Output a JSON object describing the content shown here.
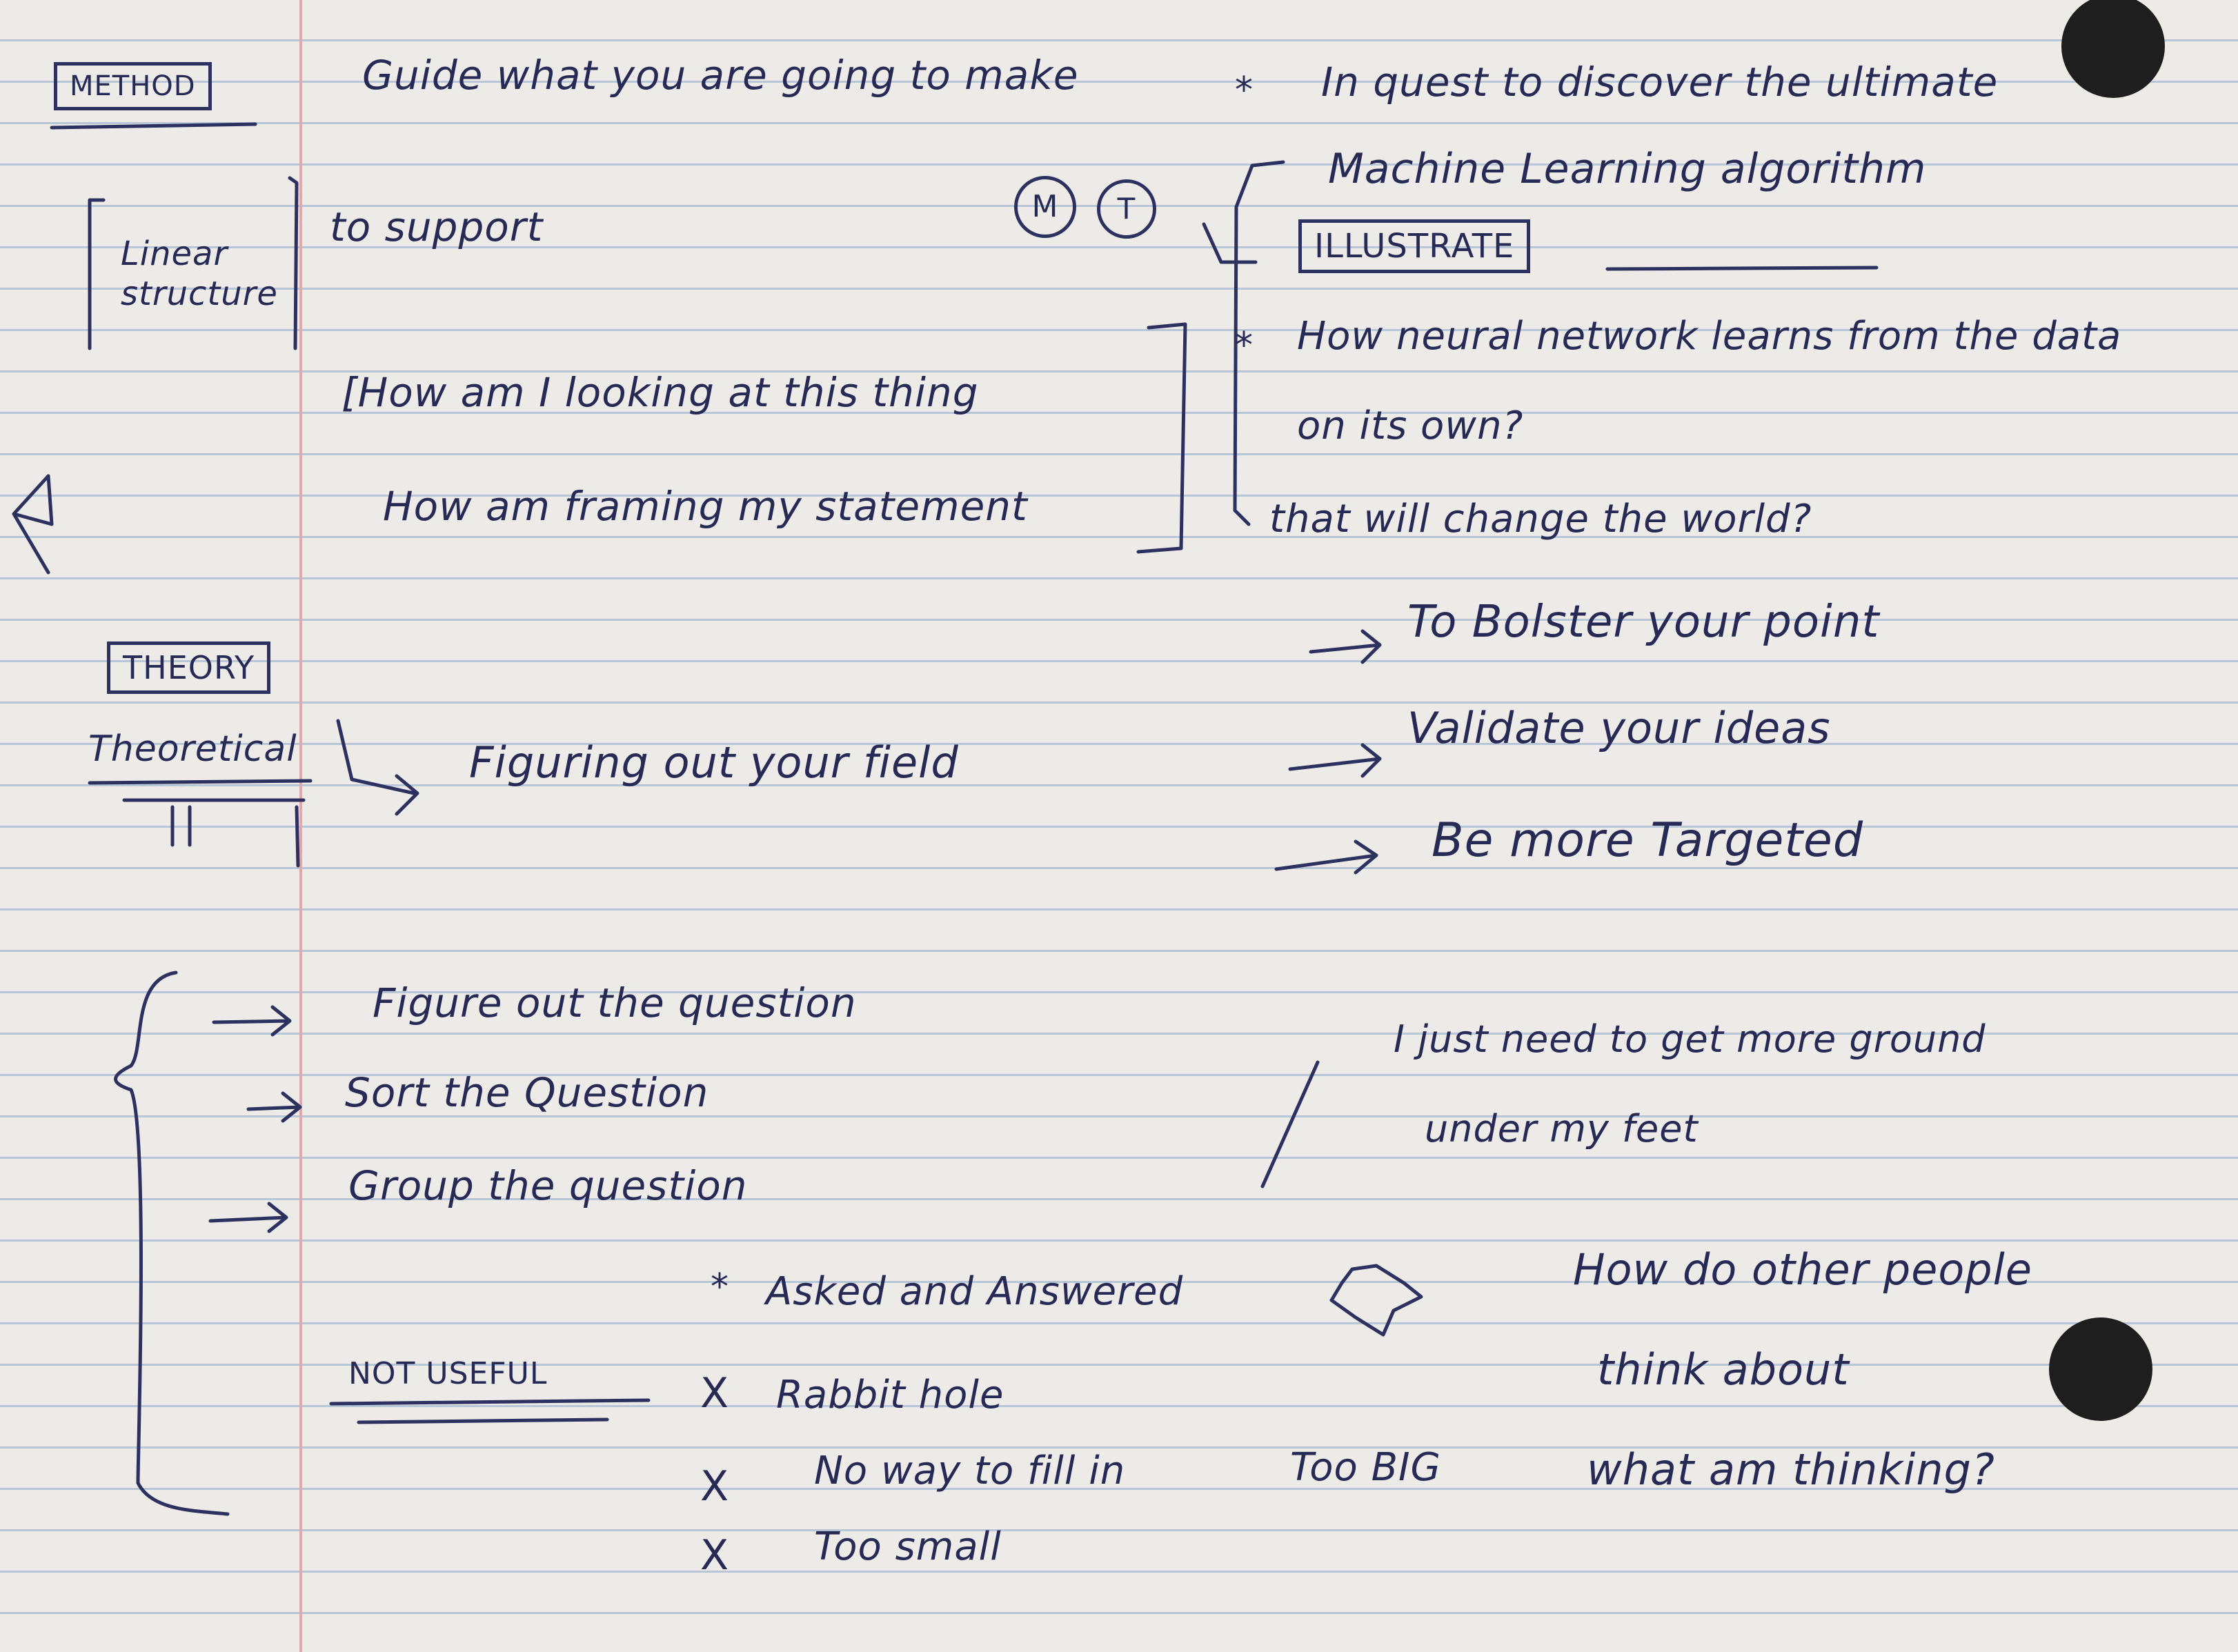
{
  "notes": {
    "method_label": "METHOD",
    "method_text": "Guide what you are going to make",
    "linear_structure": "Linear structure",
    "to_support": "to support",
    "circle_m": "M",
    "circle_t": "T",
    "looking": "[How am I looking at this thing",
    "framing": "How am framing my statement",
    "theory_label": "THEORY",
    "theoretical": "Theoretical",
    "figuring": "Figuring out your field",
    "quest": "In quest to discover the ultimate",
    "machine_learning": "Machine Learning algorithm",
    "illustrate": "ILLUSTRATE",
    "neural": "How neural network learns from the data",
    "own": "on its own?",
    "change": "that will change the world?",
    "bolster": "To Bolster your point",
    "validate": "Validate your ideas",
    "targeted": "Be more Targeted",
    "figure_q": "Figure out the question",
    "sort_q": "Sort the Question",
    "group_q": "Group the question",
    "ground": "I just need to get more ground",
    "feet": "under my feet",
    "people": "How do other people",
    "think_about": "think about",
    "what_thinking": "what am thinking?",
    "asked": "Asked and Answered",
    "not_useful": "NOT USEFUL",
    "rabbit": "Rabbit hole",
    "no_way": "No way to fill in",
    "too_big": "Too BIG",
    "too_small": "Too small",
    "bullet_x": "X",
    "bullet_star": "*",
    "bullet_arrow": "→"
  }
}
